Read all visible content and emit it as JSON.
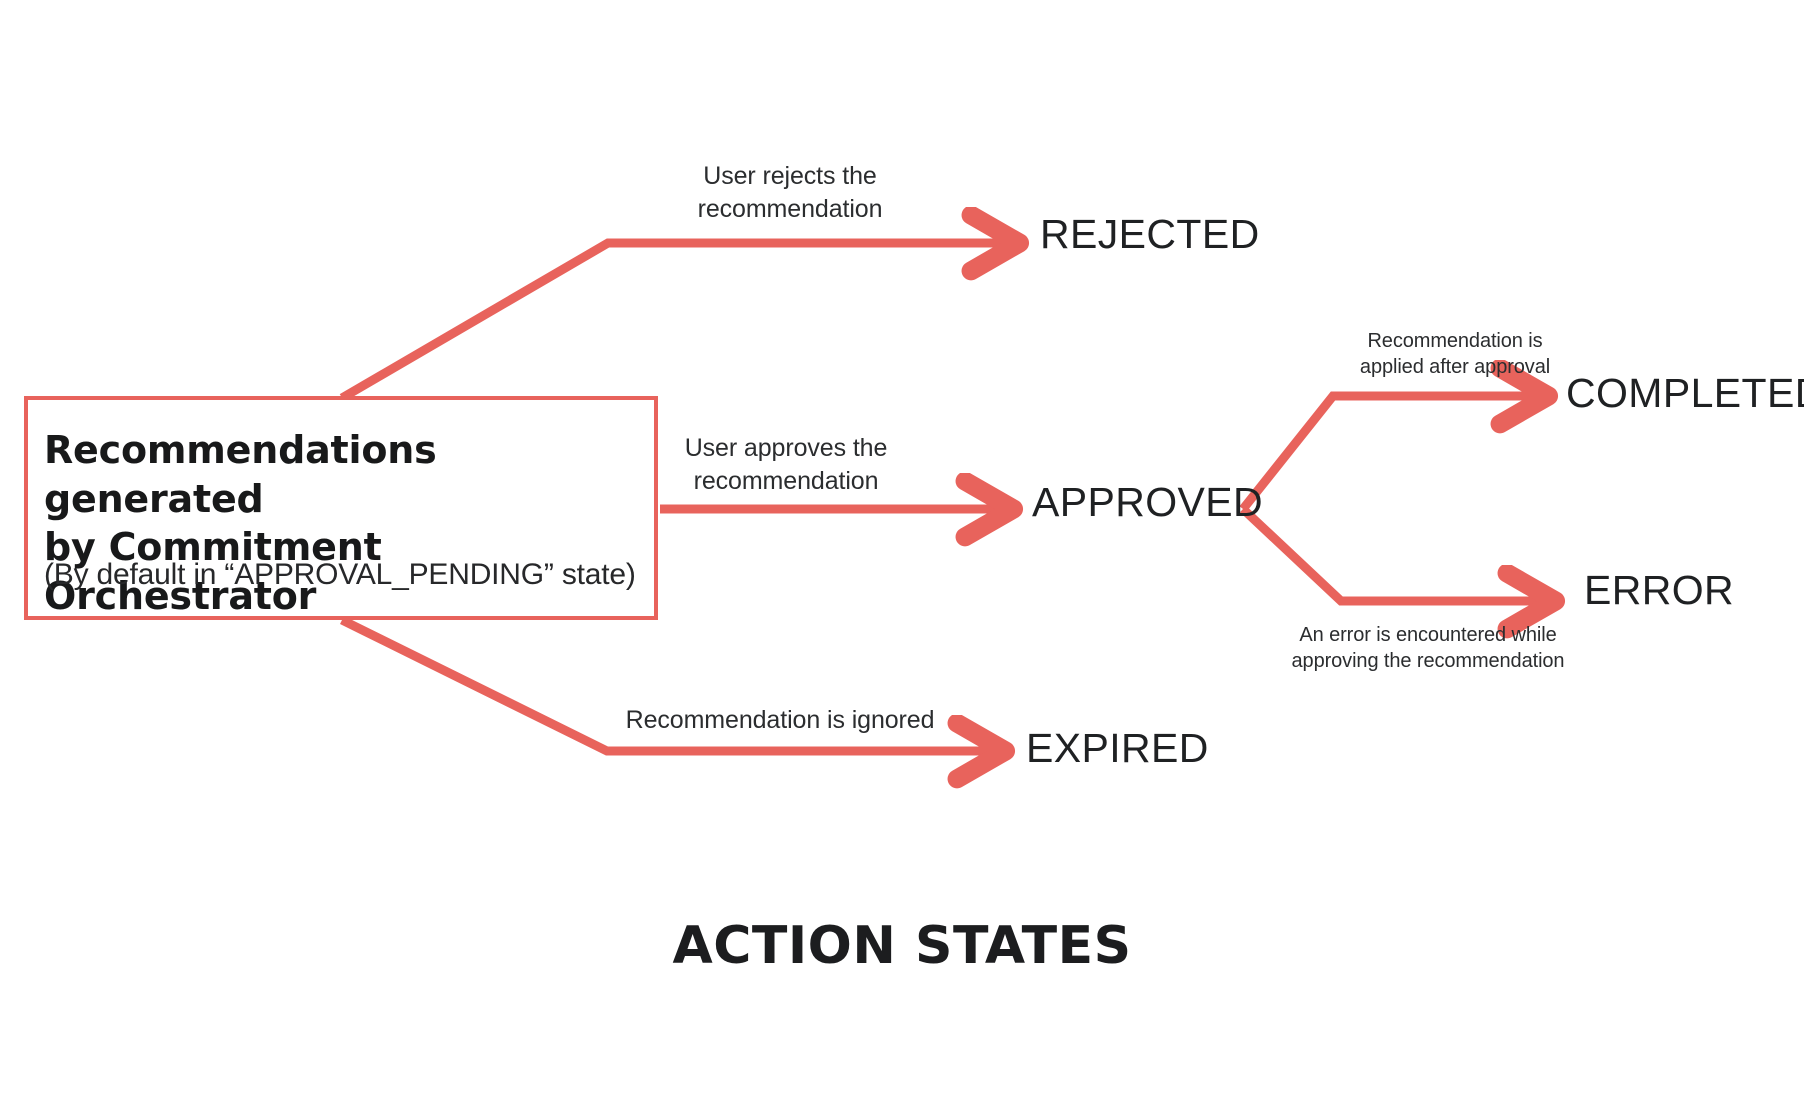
{
  "diagram": {
    "title": "ACTION STATES",
    "accent_color": "#e8635c",
    "text_color": "#1f2123",
    "background_color": "#ffffff",
    "type": "state-transition-flow"
  },
  "source_node": {
    "name": "recommendation-source",
    "title": "Recommendations generated\nby Commitment Orchestrator",
    "subtitle": "(By default in “APPROVAL_PENDING” state)",
    "default_state": "APPROVAL_PENDING",
    "border_color": "#e8635c"
  },
  "states": {
    "rejected": "REJECTED",
    "approved": "APPROVED",
    "expired": "EXPIRED",
    "completed": "COMPLETED",
    "error": "ERROR"
  },
  "transitions": [
    {
      "id": "to-rejected",
      "from": "Recommendations generated by Commitment Orchestrator",
      "to": "REJECTED",
      "label": "User rejects the\nrecommendation",
      "label_size": "big"
    },
    {
      "id": "to-approved",
      "from": "Recommendations generated by Commitment Orchestrator",
      "to": "APPROVED",
      "label": "User approves the\nrecommendation",
      "label_size": "big"
    },
    {
      "id": "to-expired",
      "from": "Recommendations generated by Commitment Orchestrator",
      "to": "EXPIRED",
      "label": "Recommendation is ignored",
      "label_size": "big"
    },
    {
      "id": "to-completed",
      "from": "APPROVED",
      "to": "COMPLETED",
      "label": "Recommendation is\napplied after approval",
      "label_size": "small"
    },
    {
      "id": "to-error",
      "from": "APPROVED",
      "to": "ERROR",
      "label": "An error is encountered while\napproving the recommendation",
      "label_size": "small"
    }
  ]
}
